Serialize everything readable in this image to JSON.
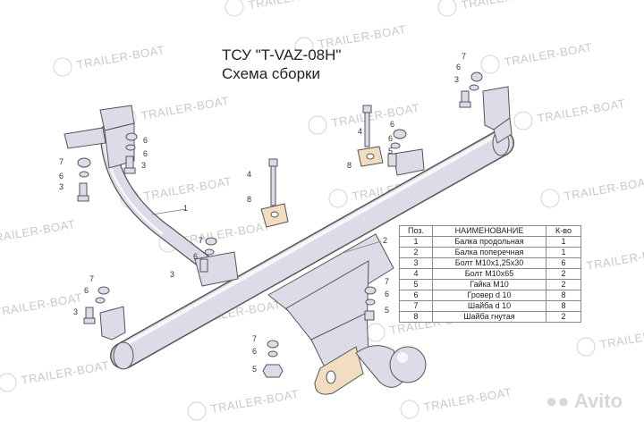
{
  "title": "ТСУ \"T-VAZ-08H\"",
  "subtitle": "Схема сборки",
  "watermark": "TRAILER-BOAT",
  "avito": "Avito",
  "table": {
    "headers": [
      "Поз.",
      "НАИМЕНОВАНИЕ",
      "К-во"
    ],
    "rows": [
      [
        "1",
        "Балка продольная",
        "1"
      ],
      [
        "2",
        "Балка поперечная",
        "1"
      ],
      [
        "3",
        "Болт М10х1,25х30",
        "6"
      ],
      [
        "4",
        "Болт М10х65",
        "2"
      ],
      [
        "5",
        "Гайка  М10",
        "2"
      ],
      [
        "6",
        "Гровер d 10",
        "8"
      ],
      [
        "7",
        "Шайба d 10",
        "8"
      ],
      [
        "8",
        "Шайба гнутая",
        "2"
      ]
    ]
  },
  "callouts": [
    "1",
    "2",
    "3",
    "4",
    "5",
    "6",
    "7",
    "8"
  ],
  "colors": {
    "metal": "#dcdce8",
    "outline": "#555555",
    "hook_plate": "#f2dcc2",
    "watermark": "#c9c9c9"
  }
}
